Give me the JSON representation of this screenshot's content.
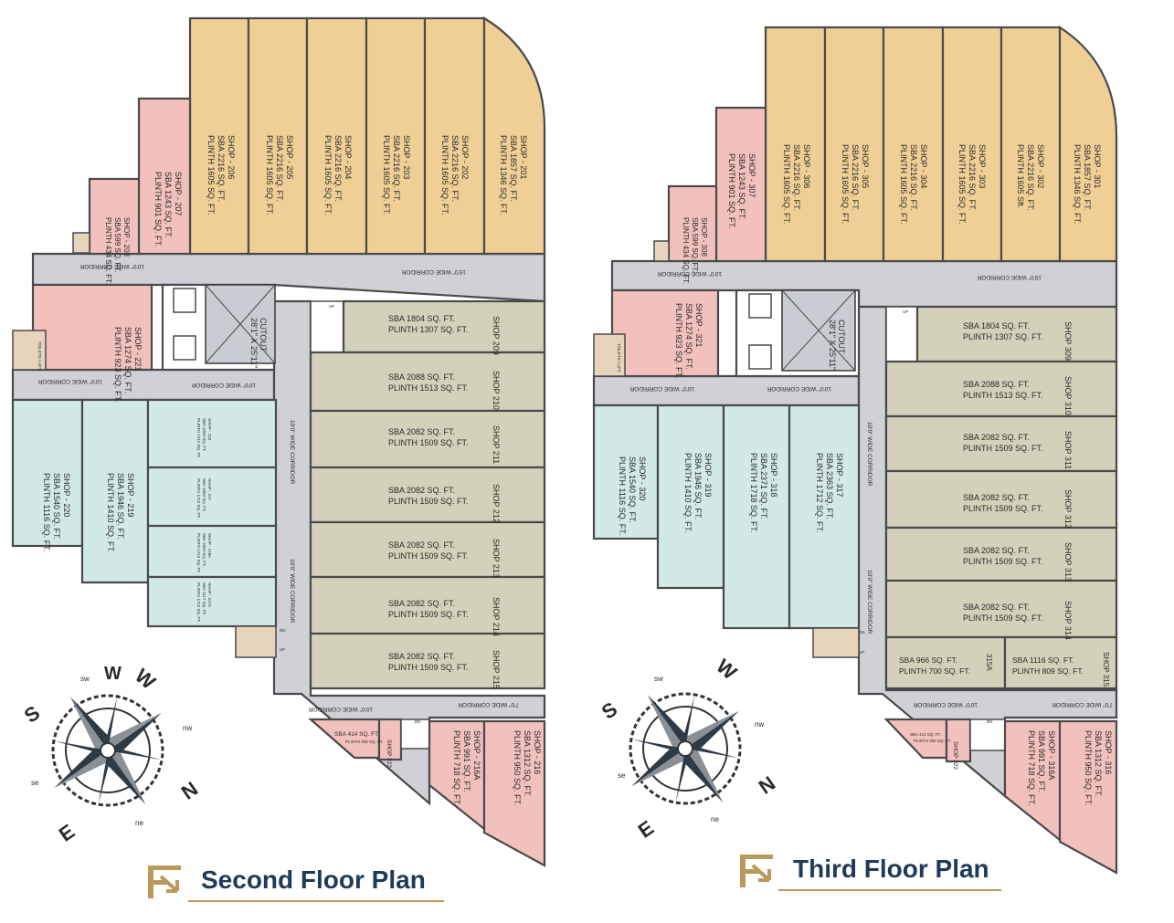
{
  "plans": [
    {
      "title": "Second Floor Plan",
      "top_shops": [
        {
          "name": "SHOP - 206",
          "sba": "SBA 2216 SQ. FT.",
          "plinth": "PLINTH 1605 SQ. FT."
        },
        {
          "name": "SHOP - 205",
          "sba": "SBA 2216 SQ. FT.",
          "plinth": "PLINTH 1605 SQ. FT."
        },
        {
          "name": "SHOP - 204",
          "sba": "SBA 2216 SQ. FT.",
          "plinth": "PLINTH 1605 SQ. FT."
        },
        {
          "name": "SHOP - 203",
          "sba": "SBA 2216 SQ. FT.",
          "plinth": "PLINTH 1605 SQ. FT."
        },
        {
          "name": "SHOP - 202",
          "sba": "SBA 2216 SQ. FT.",
          "plinth": "PLINTH 1605 SQ. FT."
        },
        {
          "name": "SHOP - 201",
          "sba": "SBA 1857 SQ. FT.",
          "plinth": "PLINTH 1346 SQ. FT."
        }
      ],
      "shop_207": {
        "name": "SHOP - 207",
        "sba": "SBA 1243 SQ. FT.",
        "plinth": "PLINTH 901 SQ. FT."
      },
      "shop_208": {
        "name": "SHOP - 208",
        "sba": "SBA 599 SQ. FT.",
        "plinth": "PLINTH 434 SQ. FT."
      },
      "shop_221": {
        "name": "SHOP - 221",
        "sba": "SBA 1274 SQ. FT.",
        "plinth": "PLINTH 923 SQ. FT."
      },
      "shop_220": {
        "name": "SHOP - 220",
        "sba": "SBA 1540 SQ. FT.",
        "plinth": "PLINTH 1116 SQ. FT."
      },
      "shop_219": {
        "name": "SHOP - 219",
        "sba": "SBA 1946 SQ. FT.",
        "plinth": "PLINTH 1410 SQ. FT."
      },
      "small_shops": [
        {
          "name": "SHOP - 218",
          "sba": "SBA 1094 SQ. FT.",
          "plinth": "PLINTH 1712 SQ. FT."
        },
        {
          "name": "SHOP - 217",
          "sba": "SBA 1094 SQ. FT.",
          "plinth": "PLINTH 1712 SQ. FT."
        },
        {
          "name": "SHOP - 218A",
          "sba": "SBA 1094 SQ. FT.",
          "plinth": "PLINTH 1712 SQ. FT."
        },
        {
          "name": "SHOP - 217A",
          "sba": "SBA 1117 SQ. FT.",
          "plinth": "PLINTH 1712 SQ. FT."
        }
      ],
      "right_shops": [
        {
          "name": "SHOP 209",
          "sba": "SBA 1804 SQ. FT.",
          "plinth": "PLINTH 1307 SQ. FT."
        },
        {
          "name": "SHOP 210",
          "sba": "SBA 2088 SQ. FT.",
          "plinth": "PLINTH 1513 SQ. FT."
        },
        {
          "name": "SHOP 211",
          "sba": "SBA 2082 SQ. FT.",
          "plinth": "PLINTH 1509 SQ. FT."
        },
        {
          "name": "SHOP 212",
          "sba": "SBA 2082 SQ. FT.",
          "plinth": "PLINTH 1509 SQ. FT."
        },
        {
          "name": "SHOP 213",
          "sba": "SBA 2082 SQ. FT.",
          "plinth": "PLINTH 1509 SQ. FT."
        },
        {
          "name": "SHOP 214",
          "sba": "SBA 2082 SQ. FT.",
          "plinth": "PLINTH 1509 SQ. FT."
        },
        {
          "name": "SHOP 215",
          "sba": "SBA 2082 SQ. FT.",
          "plinth": "PLINTH 1509 SQ. FT."
        }
      ],
      "shop_222": {
        "name": "SHOP 222",
        "sba": "SBA 414 SQ. FT.",
        "plinth": "PLINTH 300 SQ. FT."
      },
      "shop_216a": {
        "name": "SHOP - 216A",
        "sba": "SBA 991 SQ. FT.",
        "plinth": "PLINTH 718 SQ. FT."
      },
      "shop_216": {
        "name": "SHOP - 216",
        "sba": "SBA 1312 SQ. FT.",
        "plinth": "PLINTH 950 SQ. FT."
      },
      "cutout": {
        "label": "CUTOUT",
        "size": "28'1\" X 25'11\""
      },
      "corridors": {
        "top_left": "10'0\" WIDE CORRIDOR",
        "top_right": "15'0\" WIDE CORRIDOR",
        "mid_left": "10'0\" WIDE CORRIDOR",
        "mid_center": "10'0\" WIDE CORRIDOR",
        "vertical_top": "10'0\" WIDE CORRIDOR",
        "vertical_bottom": "10'0\" WIDE CORRIDOR",
        "bottom_left": "10'0\" WIDE CORRIDOR",
        "bottom_right": "7'0\" WIDE CORRIDOR"
      },
      "toilets": "TOILETS / LIFT",
      "lift": "LIFT",
      "up": "UP",
      "dn": "DN"
    },
    {
      "title": "Third Floor Plan",
      "top_shops": [
        {
          "name": "SHOP - 306",
          "sba": "SBA 2216 SQ. FT.",
          "plinth": "PLINTH 1605 SQ. FT."
        },
        {
          "name": "SHOP - 305",
          "sba": "SBA 2216 SQ. FT.",
          "plinth": "PLINTH 1605 SQ. FT."
        },
        {
          "name": "SHOP - 304",
          "sba": "SBA 2216 SQ. FT.",
          "plinth": "PLINTH 1605 SQ. FT."
        },
        {
          "name": "SHOP - 303",
          "sba": "SBA 2216 SQ. FT.",
          "plinth": "PLINTH 1605 SQ. FT."
        },
        {
          "name": "SHOP - 302",
          "sba": "SBA 2216 SQ. FT.",
          "plinth": "PLINTH 1605 Sft."
        },
        {
          "name": "SHOP - 301",
          "sba": "SBA 1857 SQ. FT.",
          "plinth": "PLINTH 1346 SQ. FT."
        }
      ],
      "shop_307": {
        "name": "SHOP - 307",
        "sba": "SBA 1243 SQ. FT.",
        "plinth": "PLINTH 901 SQ. FT."
      },
      "shop_308": {
        "name": "SHOP - 308",
        "sba": "SBA 599 SQ. FT.",
        "plinth": "PLINTH 434 SQ. FT."
      },
      "shop_321": {
        "name": "SHOP - 321",
        "sba": "SBA 1274 SQ. FT.",
        "plinth": "PLINTH 923 SQ. FT."
      },
      "blue_shops": [
        {
          "name": "SHOP - 320",
          "sba": "SBA 1540 SQ. FT.",
          "plinth": "PLINTH 1116 SQ. FT."
        },
        {
          "name": "SHOP - 319",
          "sba": "SBA 1946 SQ. FT.",
          "plinth": "PLINTH 1410 SQ. FT."
        },
        {
          "name": "SHOP - 318",
          "sba": "SBA 2371 SQ. FT.",
          "plinth": "PLINTH 1718 SQ. FT."
        },
        {
          "name": "SHOP - 317",
          "sba": "SBA 2363 SQ. FT.",
          "plinth": "PLINTH 1712 SQ. FT."
        }
      ],
      "right_shops": [
        {
          "name": "SHOP 309",
          "sba": "SBA 1804 SQ. FT.",
          "plinth": "PLINTH 1307 SQ. FT."
        },
        {
          "name": "SHOP 310",
          "sba": "SBA 2088 SQ. FT.",
          "plinth": "PLINTH 1513 SQ. FT."
        },
        {
          "name": "SHOP 311",
          "sba": "SBA 2082 SQ. FT.",
          "plinth": "PLINTH 1509 SQ. FT."
        },
        {
          "name": "SHOP 312",
          "sba": "SBA 2082 SQ. FT.",
          "plinth": "PLINTH 1509 SQ. FT."
        },
        {
          "name": "SHOP 313",
          "sba": "SBA 2082 SQ. FT.",
          "plinth": "PLINTH 1509 SQ. FT."
        },
        {
          "name": "SHOP 314",
          "sba": "SBA 2082 SQ. FT.",
          "plinth": "PLINTH 1509 SQ. FT."
        }
      ],
      "shop_315a": {
        "name": "315A",
        "sba": "SBA 966 SQ. FT.",
        "plinth": "PLINTH 700 SQ. FT."
      },
      "shop_315": {
        "name": "SHOP 315",
        "sba": "SBA 1116 SQ. FT.",
        "plinth": "PLINTH 809 SQ. FT."
      },
      "shop_322": {
        "name": "SHOP 322",
        "sba": "SBA 414 SQ. FT.",
        "plinth": "PLINTH 300 SQ. FT."
      },
      "shop_316a": {
        "name": "SHOP - 316A",
        "sba": "SBA 991 SQ. FT.",
        "plinth": "PLINTH 718 SQ. FT."
      },
      "shop_316": {
        "name": "SHOP - 316",
        "sba": "SBA 1312 SQ. FT.",
        "plinth": "PLINTH 950 SQ. FT."
      },
      "cutout": {
        "label": "CUTOUT",
        "size": "28'1\" X 25'11\""
      },
      "corridors": {
        "top_left": "10'0\" WIDE CORRIDOR",
        "top_right": "15'0\" WIDE CORRIDOR",
        "mid_left": "10'0\" WIDE CORRIDOR",
        "mid_center": "10'0\" WIDE CORRIDOR",
        "vertical_top": "10'0\" WIDE CORRIDOR",
        "vertical_bottom": "10'0\" WIDE CORRIDOR",
        "bottom_left": "10'0\" WIDE CORRIDOR",
        "bottom_right": "7'0\" WIDE CORRIDOR"
      },
      "toilets": "TOILETS / LIFT",
      "lift": "LIFT",
      "up": "UP",
      "dn": "DN"
    }
  ],
  "compass": {
    "n": "N",
    "s": "S",
    "e": "E",
    "w": "W",
    "ne": "ne",
    "nw": "nw",
    "se": "se",
    "sw": "sw"
  },
  "colors": {
    "commercial": "#f0cf96",
    "retail_pink": "#f2c1bd",
    "retail_blue": "#d3e9e7",
    "retail_green": "#d3d1b9",
    "corridor": "#cfd1d6",
    "title": "#1f3a5a",
    "gold": "#b99a5a"
  },
  "icons": {
    "logo": "fg-monogram-logo",
    "compass": "compass-rose-icon",
    "stairs": "staircase-icon",
    "lift": "lift-icon"
  }
}
